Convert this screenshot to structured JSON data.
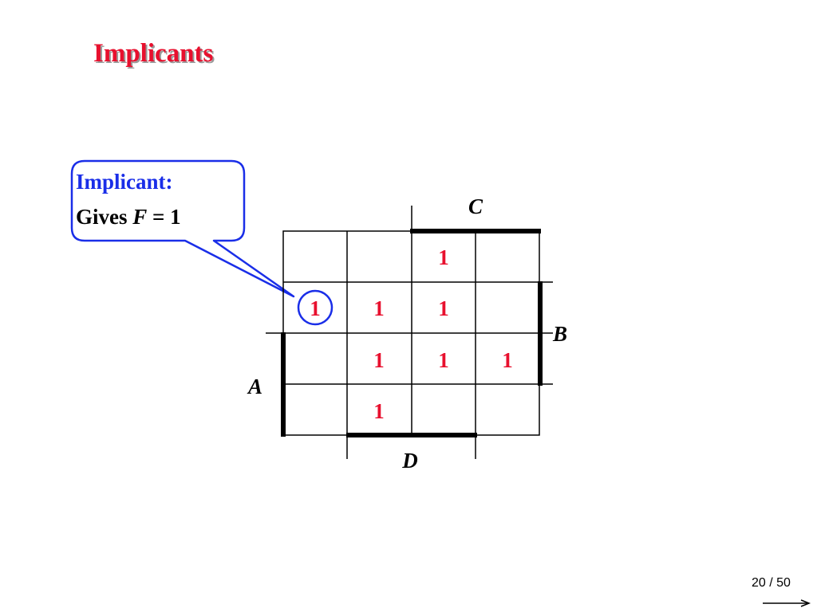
{
  "title": "Implicants",
  "callout": {
    "heading": "Implicant:",
    "body_prefix": "Gives",
    "body_var": "F",
    "body_suffix": "= 1"
  },
  "kmap": {
    "variables": [
      "A",
      "B",
      "C",
      "D"
    ],
    "labels": {
      "top": "C",
      "right": "B",
      "left": "A",
      "bottom": "D"
    },
    "cells": [
      [
        "",
        "",
        "1",
        ""
      ],
      [
        "1",
        "1",
        "1",
        ""
      ],
      [
        "",
        "1",
        "1",
        "1"
      ],
      [
        "",
        "1",
        "",
        ""
      ]
    ],
    "highlighted_cell": {
      "row": 1,
      "col": 0
    }
  },
  "colors": {
    "title": "#e8102e",
    "ones": "#e8102e",
    "callout_border": "#1a2ee8",
    "callout_heading": "#1a2ee8"
  },
  "footer": {
    "page": "20 / 50"
  }
}
